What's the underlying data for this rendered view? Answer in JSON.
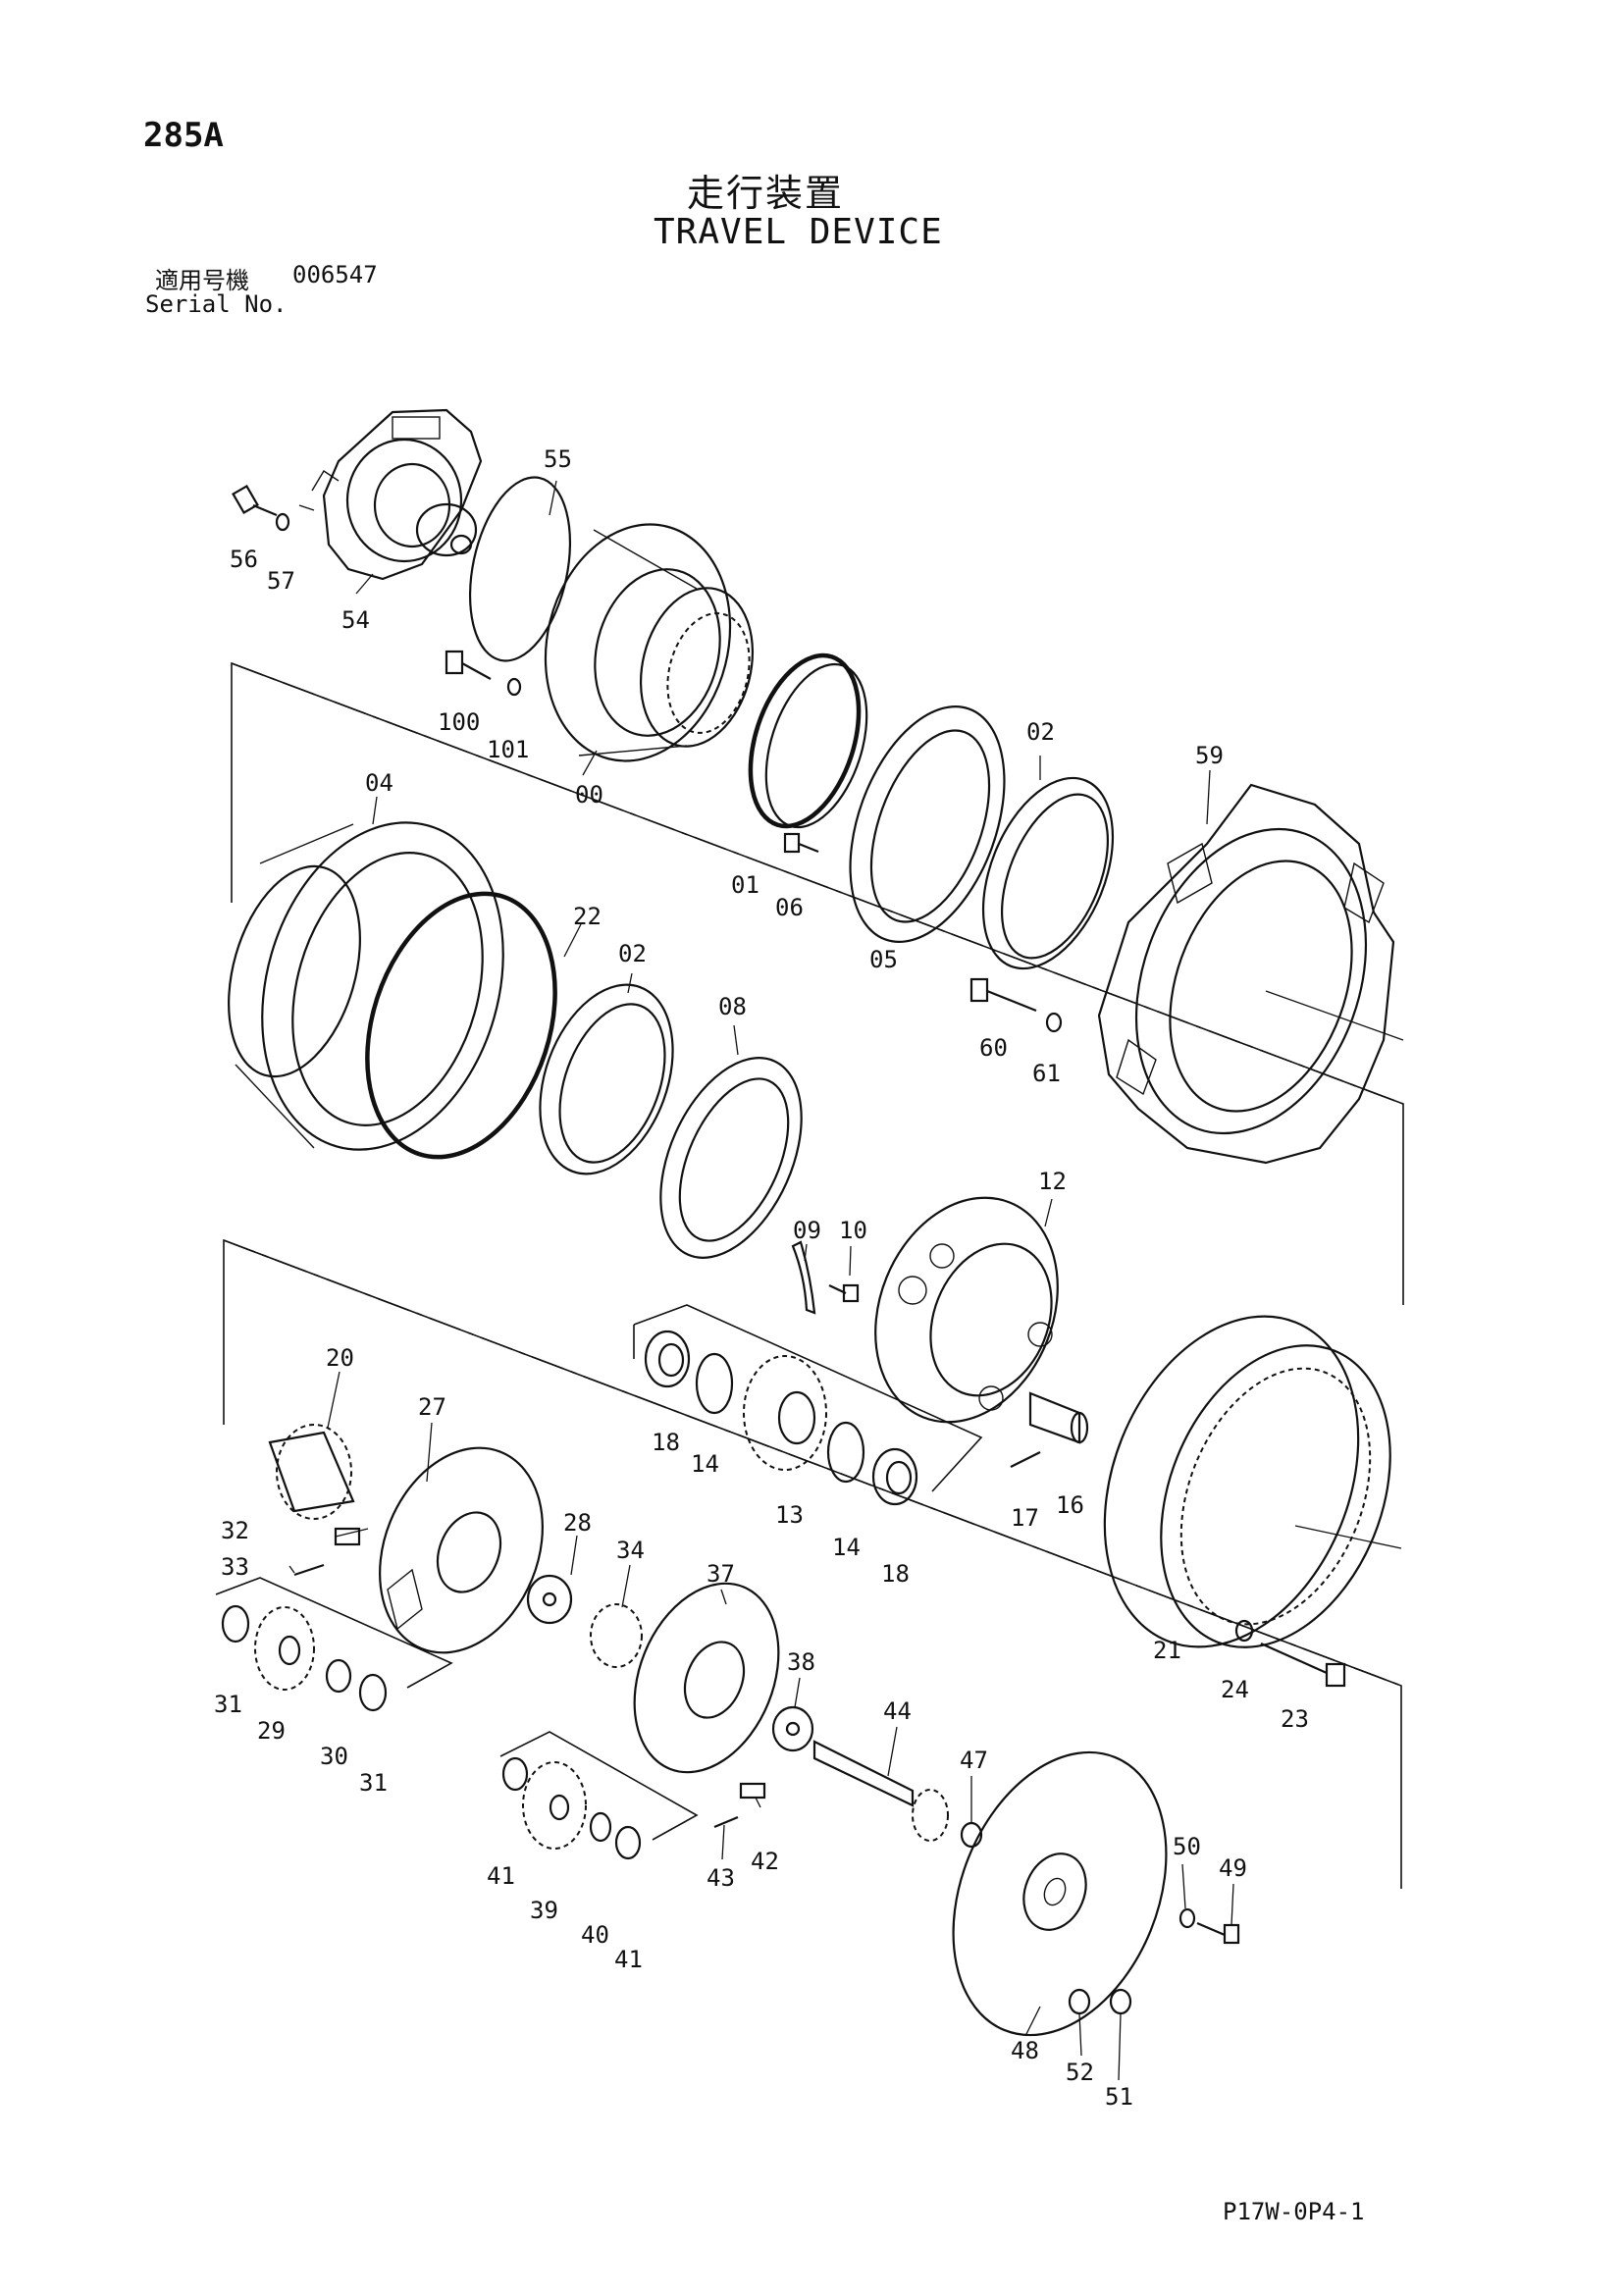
{
  "page": {
    "page_number": "285A",
    "title_jp": "走行装置",
    "title_en": "TRAVEL DEVICE",
    "serial_label_jp": "適用号機",
    "serial_value": "006547",
    "serial_label_en": "Serial No.",
    "document_code": "P17W-0P4-1"
  },
  "parts": [
    {
      "id": "p00",
      "label": "00"
    },
    {
      "id": "p01",
      "label": "01"
    },
    {
      "id": "p02a",
      "label": "02"
    },
    {
      "id": "p02b",
      "label": "02"
    },
    {
      "id": "p04",
      "label": "04"
    },
    {
      "id": "p05",
      "label": "05"
    },
    {
      "id": "p06",
      "label": "06"
    },
    {
      "id": "p08",
      "label": "08"
    },
    {
      "id": "p09",
      "label": "09"
    },
    {
      "id": "p10",
      "label": "10"
    },
    {
      "id": "p12",
      "label": "12"
    },
    {
      "id": "p13",
      "label": "13"
    },
    {
      "id": "p14a",
      "label": "14"
    },
    {
      "id": "p14b",
      "label": "14"
    },
    {
      "id": "p16",
      "label": "16"
    },
    {
      "id": "p17",
      "label": "17"
    },
    {
      "id": "p18a",
      "label": "18"
    },
    {
      "id": "p18b",
      "label": "18"
    },
    {
      "id": "p20",
      "label": "20"
    },
    {
      "id": "p21",
      "label": "21"
    },
    {
      "id": "p22",
      "label": "22"
    },
    {
      "id": "p23",
      "label": "23"
    },
    {
      "id": "p24",
      "label": "24"
    },
    {
      "id": "p27",
      "label": "27"
    },
    {
      "id": "p28",
      "label": "28"
    },
    {
      "id": "p29",
      "label": "29"
    },
    {
      "id": "p30",
      "label": "30"
    },
    {
      "id": "p31a",
      "label": "31"
    },
    {
      "id": "p31b",
      "label": "31"
    },
    {
      "id": "p32",
      "label": "32"
    },
    {
      "id": "p33",
      "label": "33"
    },
    {
      "id": "p34",
      "label": "34"
    },
    {
      "id": "p37",
      "label": "37"
    },
    {
      "id": "p38",
      "label": "38"
    },
    {
      "id": "p39",
      "label": "39"
    },
    {
      "id": "p40",
      "label": "40"
    },
    {
      "id": "p41a",
      "label": "41"
    },
    {
      "id": "p41b",
      "label": "41"
    },
    {
      "id": "p42",
      "label": "42"
    },
    {
      "id": "p43",
      "label": "43"
    },
    {
      "id": "p44",
      "label": "44"
    },
    {
      "id": "p47",
      "label": "47"
    },
    {
      "id": "p48",
      "label": "48"
    },
    {
      "id": "p49",
      "label": "49"
    },
    {
      "id": "p50",
      "label": "50"
    },
    {
      "id": "p51",
      "label": "51"
    },
    {
      "id": "p52",
      "label": "52"
    },
    {
      "id": "p54",
      "label": "54"
    },
    {
      "id": "p55",
      "label": "55"
    },
    {
      "id": "p56",
      "label": "56"
    },
    {
      "id": "p57",
      "label": "57"
    },
    {
      "id": "p59",
      "label": "59"
    },
    {
      "id": "p60",
      "label": "60"
    },
    {
      "id": "p61",
      "label": "61"
    },
    {
      "id": "p100",
      "label": "100"
    },
    {
      "id": "p101",
      "label": "101"
    }
  ]
}
